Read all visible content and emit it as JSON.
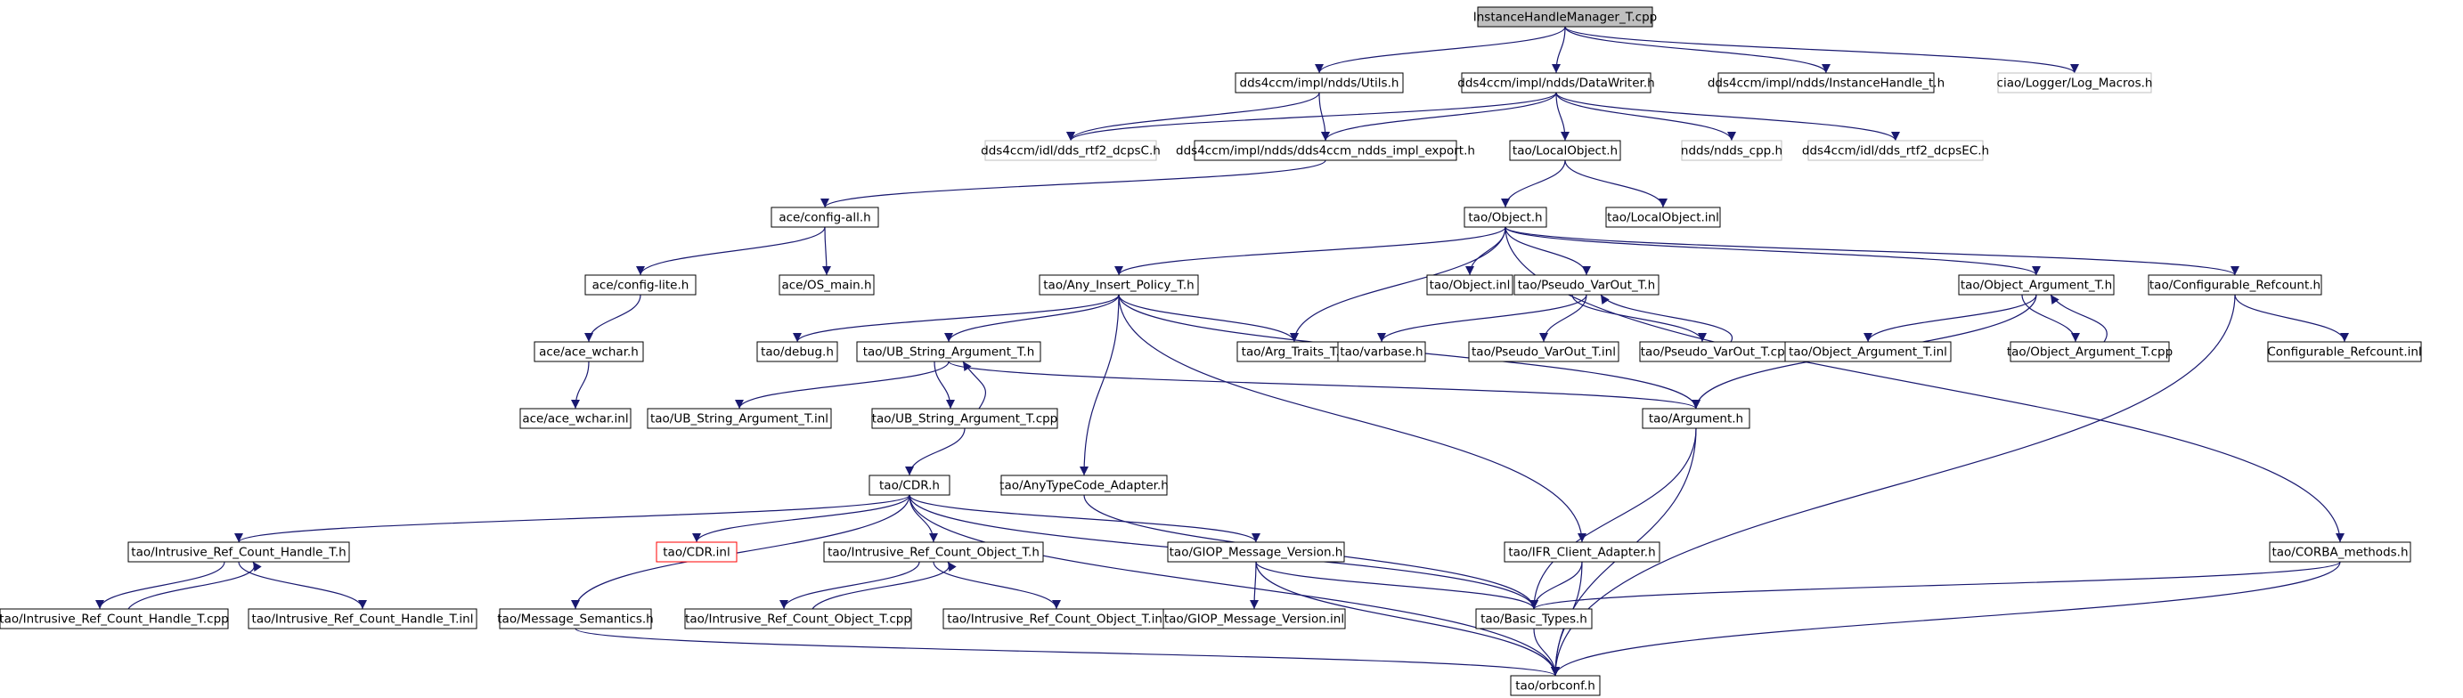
{
  "nodes": [
    {
      "id": "root",
      "label": "InstanceHandleManager_T.cpp",
      "style": "root"
    },
    {
      "id": "utils",
      "label": "dds4ccm/impl/ndds/Utils.h",
      "style": "normal"
    },
    {
      "id": "datawriter",
      "label": "dds4ccm/impl/ndds/DataWriter.h",
      "style": "normal"
    },
    {
      "id": "instancehandle",
      "label": "dds4ccm/impl/ndds/InstanceHandle_t.h",
      "style": "normal"
    },
    {
      "id": "logmacros",
      "label": "ciao/Logger/Log_Macros.h",
      "style": "missing"
    },
    {
      "id": "rtf2dcpsc",
      "label": "dds4ccm/idl/dds_rtf2_dcpsC.h",
      "style": "missing"
    },
    {
      "id": "implexport",
      "label": "dds4ccm/impl/ndds/dds4ccm_ndds_impl_export.h",
      "style": "normal"
    },
    {
      "id": "localobject",
      "label": "tao/LocalObject.h",
      "style": "normal"
    },
    {
      "id": "nddscpp",
      "label": "ndds/ndds_cpp.h",
      "style": "missing"
    },
    {
      "id": "rtf2dcpsec",
      "label": "dds4ccm/idl/dds_rtf2_dcpsEC.h",
      "style": "missing"
    },
    {
      "id": "configall",
      "label": "ace/config-all.h",
      "style": "normal"
    },
    {
      "id": "object",
      "label": "tao/Object.h",
      "style": "normal"
    },
    {
      "id": "localobjectinl",
      "label": "tao/LocalObject.inl",
      "style": "normal"
    },
    {
      "id": "configlite",
      "label": "ace/config-lite.h",
      "style": "normal"
    },
    {
      "id": "osmain",
      "label": "ace/OS_main.h",
      "style": "normal"
    },
    {
      "id": "anyinsert",
      "label": "tao/Any_Insert_Policy_T.h",
      "style": "normal"
    },
    {
      "id": "objectinl",
      "label": "tao/Object.inl",
      "style": "normal"
    },
    {
      "id": "pseudovarout",
      "label": "tao/Pseudo_VarOut_T.h",
      "style": "normal"
    },
    {
      "id": "objectarg",
      "label": "tao/Object_Argument_T.h",
      "style": "normal"
    },
    {
      "id": "configrefcount",
      "label": "tao/Configurable_Refcount.h",
      "style": "normal"
    },
    {
      "id": "acewchar",
      "label": "ace/ace_wchar.h",
      "style": "normal"
    },
    {
      "id": "debug",
      "label": "tao/debug.h",
      "style": "normal"
    },
    {
      "id": "ubstring",
      "label": "tao/UB_String_Argument_T.h",
      "style": "normal"
    },
    {
      "id": "argtraits",
      "label": "tao/Arg_Traits_T.h",
      "style": "normal"
    },
    {
      "id": "varbase",
      "label": "tao/varbase.h",
      "style": "normal"
    },
    {
      "id": "pseudovaroutinl",
      "label": "tao/Pseudo_VarOut_T.inl",
      "style": "normal"
    },
    {
      "id": "pseudovaroutcpp",
      "label": "tao/Pseudo_VarOut_T.cpp",
      "style": "normal"
    },
    {
      "id": "objectarginl",
      "label": "tao/Object_Argument_T.inl",
      "style": "normal"
    },
    {
      "id": "objectargcpp",
      "label": "tao/Object_Argument_T.cpp",
      "style": "normal"
    },
    {
      "id": "configrefcountinl",
      "label": "Configurable_Refcount.inl",
      "style": "normal"
    },
    {
      "id": "acewcharinl",
      "label": "ace/ace_wchar.inl",
      "style": "normal"
    },
    {
      "id": "ubstringinl",
      "label": "tao/UB_String_Argument_T.inl",
      "style": "normal"
    },
    {
      "id": "ubstringcpp",
      "label": "tao/UB_String_Argument_T.cpp",
      "style": "normal"
    },
    {
      "id": "argument",
      "label": "tao/Argument.h",
      "style": "normal"
    },
    {
      "id": "cdr",
      "label": "tao/CDR.h",
      "style": "normal"
    },
    {
      "id": "anytypecode",
      "label": "tao/AnyTypeCode_Adapter.h",
      "style": "normal"
    },
    {
      "id": "intrusivehandle",
      "label": "tao/Intrusive_Ref_Count_Handle_T.h",
      "style": "normal"
    },
    {
      "id": "cdrinl",
      "label": "tao/CDR.inl",
      "style": "red"
    },
    {
      "id": "intrusiveobject",
      "label": "tao/Intrusive_Ref_Count_Object_T.h",
      "style": "normal"
    },
    {
      "id": "giopversion",
      "label": "tao/GIOP_Message_Version.h",
      "style": "normal"
    },
    {
      "id": "ifrclient",
      "label": "tao/IFR_Client_Adapter.h",
      "style": "normal"
    },
    {
      "id": "corbamethods",
      "label": "tao/CORBA_methods.h",
      "style": "normal"
    },
    {
      "id": "intrusivehandlecpp",
      "label": "tao/Intrusive_Ref_Count_Handle_T.cpp",
      "style": "normal"
    },
    {
      "id": "intrusivehandleinl",
      "label": "tao/Intrusive_Ref_Count_Handle_T.inl",
      "style": "normal"
    },
    {
      "id": "msgsemantics",
      "label": "tao/Message_Semantics.h",
      "style": "normal"
    },
    {
      "id": "intrusiveobjectcpp",
      "label": "tao/Intrusive_Ref_Count_Object_T.cpp",
      "style": "normal"
    },
    {
      "id": "intrusiveobjectinl",
      "label": "tao/Intrusive_Ref_Count_Object_T.inl",
      "style": "normal"
    },
    {
      "id": "giopversioninl",
      "label": "tao/GIOP_Message_Version.inl",
      "style": "normal"
    },
    {
      "id": "basictypes",
      "label": "tao/Basic_Types.h",
      "style": "normal"
    },
    {
      "id": "orbconf",
      "label": "tao/orbconf.h",
      "style": "normal"
    }
  ],
  "edges": [
    [
      "root",
      "utils"
    ],
    [
      "root",
      "datawriter"
    ],
    [
      "root",
      "instancehandle"
    ],
    [
      "root",
      "logmacros"
    ],
    [
      "utils",
      "rtf2dcpsc"
    ],
    [
      "utils",
      "implexport"
    ],
    [
      "datawriter",
      "rtf2dcpsc"
    ],
    [
      "datawriter",
      "implexport"
    ],
    [
      "datawriter",
      "localobject"
    ],
    [
      "datawriter",
      "nddscpp"
    ],
    [
      "datawriter",
      "rtf2dcpsec"
    ],
    [
      "implexport",
      "configall"
    ],
    [
      "localobject",
      "object"
    ],
    [
      "localobject",
      "localobjectinl"
    ],
    [
      "configall",
      "configlite"
    ],
    [
      "configall",
      "osmain"
    ],
    [
      "configlite",
      "acewchar"
    ],
    [
      "acewchar",
      "acewcharinl"
    ],
    [
      "object",
      "anyinsert"
    ],
    [
      "object",
      "objectinl"
    ],
    [
      "object",
      "pseudovarout"
    ],
    [
      "object",
      "argtraits"
    ],
    [
      "object",
      "objectarg"
    ],
    [
      "object",
      "configrefcount"
    ],
    [
      "object",
      "corbamethods"
    ],
    [
      "anyinsert",
      "debug"
    ],
    [
      "anyinsert",
      "ubstring"
    ],
    [
      "anyinsert",
      "argtraits"
    ],
    [
      "anyinsert",
      "anytypecode"
    ],
    [
      "anyinsert",
      "argument"
    ],
    [
      "anyinsert",
      "ifrclient"
    ],
    [
      "pseudovarout",
      "varbase"
    ],
    [
      "pseudovarout",
      "pseudovaroutinl"
    ],
    [
      "pseudovarout",
      "pseudovaroutcpp"
    ],
    [
      "pseudovaroutcpp",
      "pseudovarout"
    ],
    [
      "objectarg",
      "objectarginl"
    ],
    [
      "objectarg",
      "objectargcpp"
    ],
    [
      "objectarg",
      "argument"
    ],
    [
      "objectargcpp",
      "objectarg"
    ],
    [
      "configrefcount",
      "configrefcountinl"
    ],
    [
      "configrefcount",
      "orbconf"
    ],
    [
      "ubstring",
      "ubstringinl"
    ],
    [
      "ubstring",
      "ubstringcpp"
    ],
    [
      "ubstring",
      "argument"
    ],
    [
      "ubstringcpp",
      "ubstring"
    ],
    [
      "ubstringcpp",
      "cdr"
    ],
    [
      "argument",
      "basictypes"
    ],
    [
      "argument",
      "orbconf"
    ],
    [
      "cdr",
      "intrusivehandle"
    ],
    [
      "cdr",
      "cdrinl"
    ],
    [
      "cdr",
      "intrusiveobject"
    ],
    [
      "cdr",
      "msgsemantics"
    ],
    [
      "cdr",
      "giopversion"
    ],
    [
      "cdr",
      "basictypes"
    ],
    [
      "cdr",
      "orbconf"
    ],
    [
      "anytypecode",
      "basictypes"
    ],
    [
      "intrusivehandle",
      "intrusivehandlecpp"
    ],
    [
      "intrusivehandle",
      "intrusivehandleinl"
    ],
    [
      "intrusivehandlecpp",
      "intrusivehandle"
    ],
    [
      "intrusiveobject",
      "intrusiveobjectcpp"
    ],
    [
      "intrusiveobject",
      "intrusiveobjectinl"
    ],
    [
      "intrusiveobjectcpp",
      "intrusiveobject"
    ],
    [
      "giopversion",
      "giopversioninl"
    ],
    [
      "giopversion",
      "basictypes"
    ],
    [
      "giopversion",
      "orbconf"
    ],
    [
      "ifrclient",
      "basictypes"
    ],
    [
      "ifrclient",
      "orbconf"
    ],
    [
      "corbamethods",
      "basictypes"
    ],
    [
      "corbamethods",
      "orbconf"
    ],
    [
      "msgsemantics",
      "orbconf"
    ],
    [
      "basictypes",
      "orbconf"
    ]
  ],
  "colors": {
    "edge": "#191970",
    "node_border": "#000000",
    "root_fill": "#bfbfbf",
    "missing_border": "#bfbfbf",
    "red_border": "#ff0000",
    "text": "#000000"
  }
}
